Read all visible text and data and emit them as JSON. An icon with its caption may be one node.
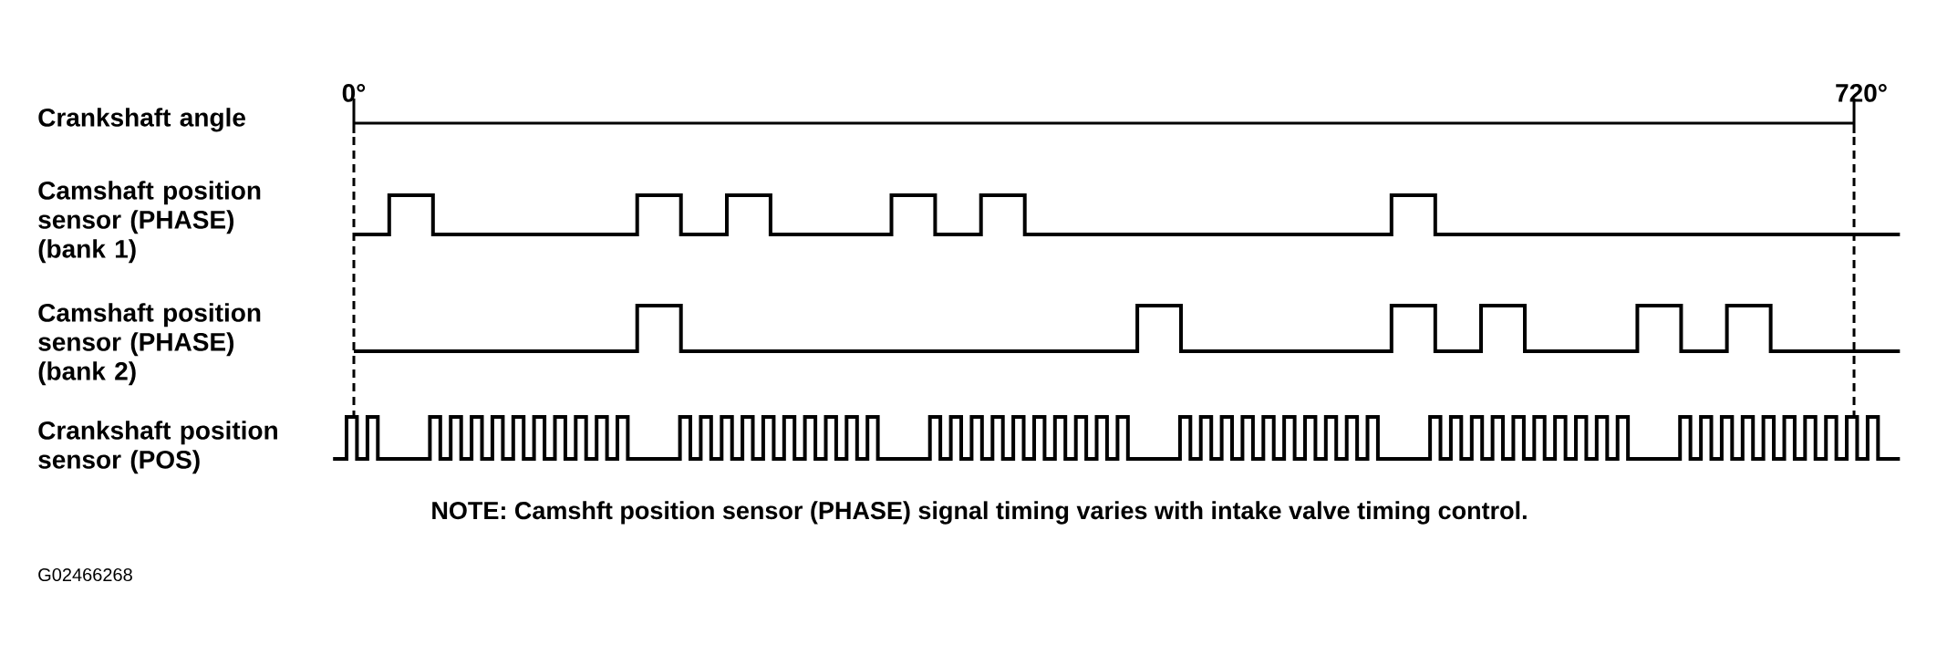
{
  "diagram": {
    "labels": [
      "0°",
      "720°",
      "Crankshaft angle",
      "Camshaft position sensor (PHASE) (bank 1)",
      "Camshaft position sensor (PHASE) (bank 2)",
      "Crankshaft position sensor (POS)",
      "NOTE: Camshft position sensor (PHASE) signal timing varies with intake valve timing control.",
      "G02466268"
    ]
  }
}
